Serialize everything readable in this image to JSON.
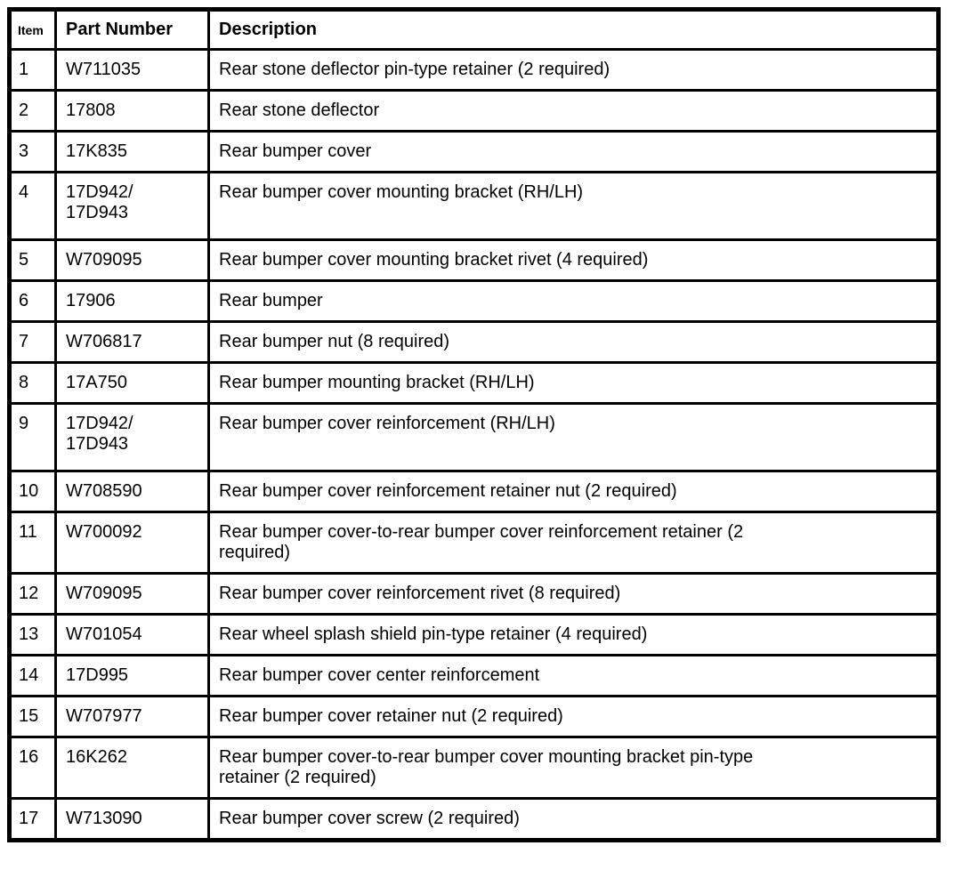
{
  "table": {
    "headers": {
      "item": "Item",
      "part_number": "Part Number",
      "description": "Description"
    },
    "rows": [
      {
        "item": "1",
        "part_number": "W711035",
        "description": "Rear stone deflector pin-type retainer (2 required)"
      },
      {
        "item": "2",
        "part_number": "17808",
        "description": "Rear stone deflector"
      },
      {
        "item": "3",
        "part_number": "17K835",
        "description": "Rear bumper cover"
      },
      {
        "item": "4",
        "part_number": "17D942/\n17D943",
        "description": "Rear bumper cover mounting bracket (RH/LH)"
      },
      {
        "item": "5",
        "part_number": "W709095",
        "description": "Rear bumper cover mounting bracket rivet (4 required)"
      },
      {
        "item": "6",
        "part_number": "17906",
        "description": "Rear bumper"
      },
      {
        "item": "7",
        "part_number": "W706817",
        "description": "Rear bumper nut (8 required)"
      },
      {
        "item": "8",
        "part_number": "17A750",
        "description": "Rear bumper mounting bracket (RH/LH)"
      },
      {
        "item": "9",
        "part_number": "17D942/\n17D943",
        "description": "Rear bumper cover reinforcement (RH/LH)"
      },
      {
        "item": "10",
        "part_number": "W708590",
        "description": "Rear bumper cover reinforcement retainer nut (2 required)"
      },
      {
        "item": "11",
        "part_number": "W700092",
        "description": "Rear bumper cover-to-rear bumper cover reinforcement retainer (2\nrequired)"
      },
      {
        "item": "12",
        "part_number": "W709095",
        "description": "Rear bumper cover reinforcement rivet (8 required)"
      },
      {
        "item": "13",
        "part_number": "W701054",
        "description": "Rear wheel splash shield pin-type retainer (4 required)"
      },
      {
        "item": "14",
        "part_number": "17D995",
        "description": "Rear bumper cover center reinforcement"
      },
      {
        "item": "15",
        "part_number": "W707977",
        "description": "Rear bumper cover retainer nut (2 required)"
      },
      {
        "item": "16",
        "part_number": "16K262",
        "description": "Rear bumper cover-to-rear bumper cover mounting bracket pin-type\nretainer (2 required)"
      },
      {
        "item": "17",
        "part_number": "W713090",
        "description": "Rear bumper cover screw (2 required)"
      }
    ]
  },
  "colors": {
    "background": "#ffffff",
    "border": "#000000",
    "text": "#000000"
  }
}
